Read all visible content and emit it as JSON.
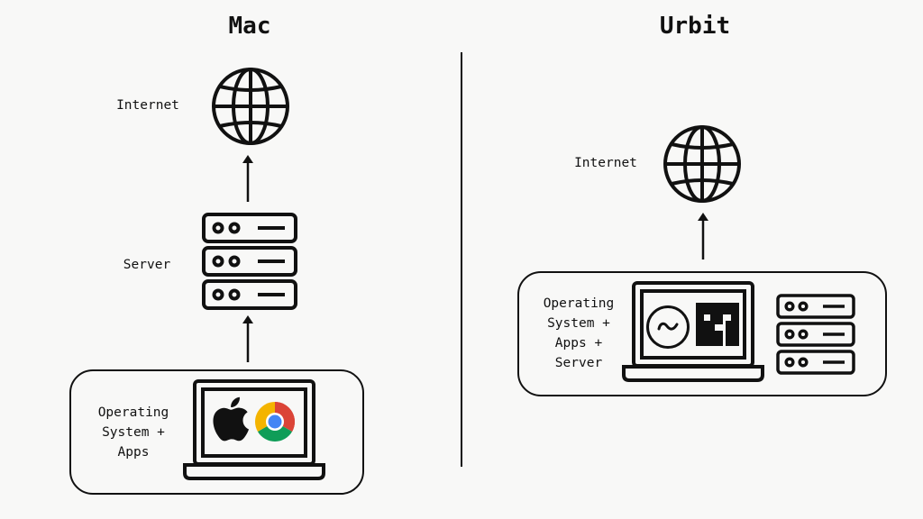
{
  "left": {
    "title": "Mac",
    "internet_label": "Internet",
    "server_label": "Server",
    "device_label_lines": [
      "Operating",
      "System +",
      "Apps"
    ],
    "icons": [
      "globe-icon",
      "server-stack-icon",
      "laptop-icon",
      "apple-logo-icon",
      "chrome-logo-icon"
    ]
  },
  "right": {
    "title": "Urbit",
    "internet_label": "Internet",
    "device_label_lines": [
      "Operating",
      "System +",
      "Apps +",
      "Server"
    ],
    "icons": [
      "globe-icon",
      "laptop-icon",
      "urbit-tilde-icon",
      "urbit-logo-icon",
      "server-stack-icon"
    ]
  },
  "colors": {
    "background": "#f8f8f7",
    "stroke": "#111111",
    "chrome_red": "#DB4437",
    "chrome_yellow": "#F4B400",
    "chrome_green": "#0F9D58",
    "chrome_blue": "#4285F4"
  }
}
